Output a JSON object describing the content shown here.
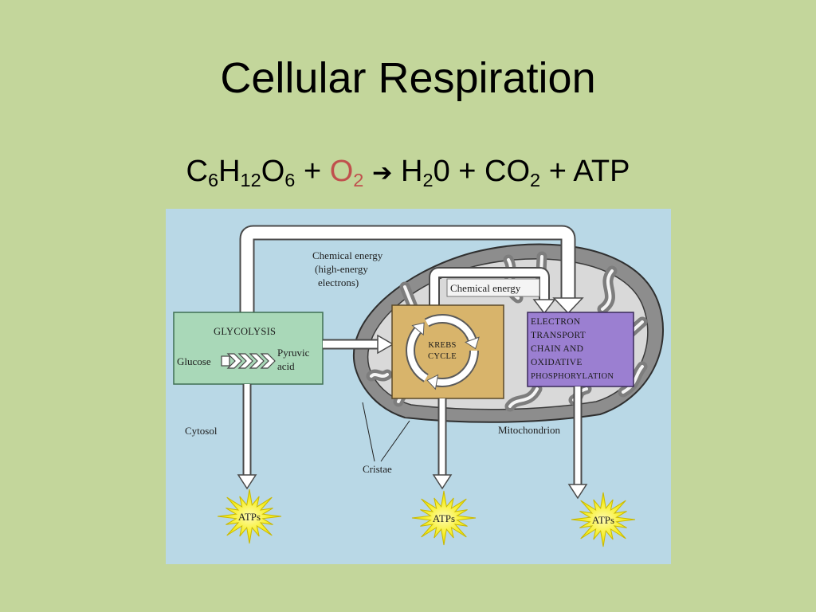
{
  "slide": {
    "title": "Cellular Respiration",
    "background_color": "#c3d69b"
  },
  "equation": {
    "glucose": {
      "c": "C",
      "c_sub": "6",
      "h": "H",
      "h_sub": "12",
      "o": "O",
      "o_sub": "6"
    },
    "plus": "+",
    "oxygen": {
      "symbol": "O",
      "sub": "2",
      "color": "#c0504d"
    },
    "arrow": "➔",
    "water": {
      "symbol": "H",
      "sub": "2",
      "rest": "0"
    },
    "carbon_dioxide": {
      "symbol": "CO",
      "sub": "2"
    },
    "atp": "ATP"
  },
  "diagram": {
    "background_color": "#b9d8e6",
    "labels": {
      "chemical_energy_high": [
        "Chemical energy",
        "(high-energy",
        "electrons)"
      ],
      "chemical_energy": "Chemical energy",
      "cytosol": "Cytosol",
      "mitochondrion": "Mitochondrion",
      "cristae": "Cristae"
    },
    "glycolysis": {
      "title": "GLYCOLYSIS",
      "input": "Glucose",
      "output": [
        "Pyruvic",
        "acid"
      ],
      "color": "#a9d8b8"
    },
    "krebs": {
      "title": [
        "KREBS",
        "CYCLE"
      ],
      "color": "#d8b46b"
    },
    "etc": {
      "title": [
        "ELECTRON",
        "TRANSPORT",
        "CHAIN AND",
        "OXIDATIVE",
        "PHOSPHORYLATION"
      ],
      "color": "#9b7fd1"
    },
    "outputs": [
      "ATPs",
      "ATPs",
      "ATPs"
    ],
    "atp_color": "#f3ec12",
    "mitochondrion_color": "#8d8d8d"
  }
}
